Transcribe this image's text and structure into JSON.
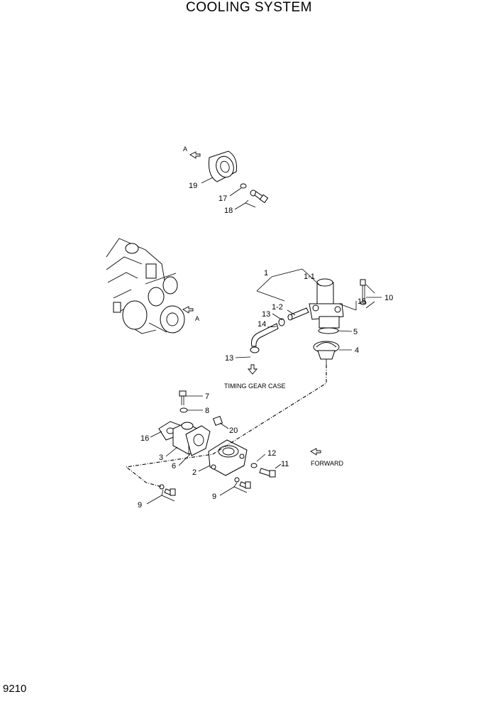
{
  "title": "COOLING SYSTEM",
  "page_number": "9210",
  "callouts": {
    "n1": "1",
    "n1_1": "1-1",
    "n1_2": "1-2",
    "n2": "2",
    "n3": "3",
    "n4": "4",
    "n5": "5",
    "n6": "6",
    "n7": "7",
    "n8": "8",
    "n9a": "9",
    "n9b": "9",
    "n10": "10",
    "n11": "11",
    "n12": "12",
    "n13a": "13",
    "n13b": "13",
    "n14": "14",
    "n15": "15",
    "n16": "16",
    "n17": "17",
    "n18": "18",
    "n19": "19",
    "n20": "20"
  },
  "view_marks": {
    "a_top": "A",
    "a_engine": "A"
  },
  "notes": {
    "timing_gear_case": "TIMING GEAR CASE",
    "forward": "FORWARD"
  }
}
